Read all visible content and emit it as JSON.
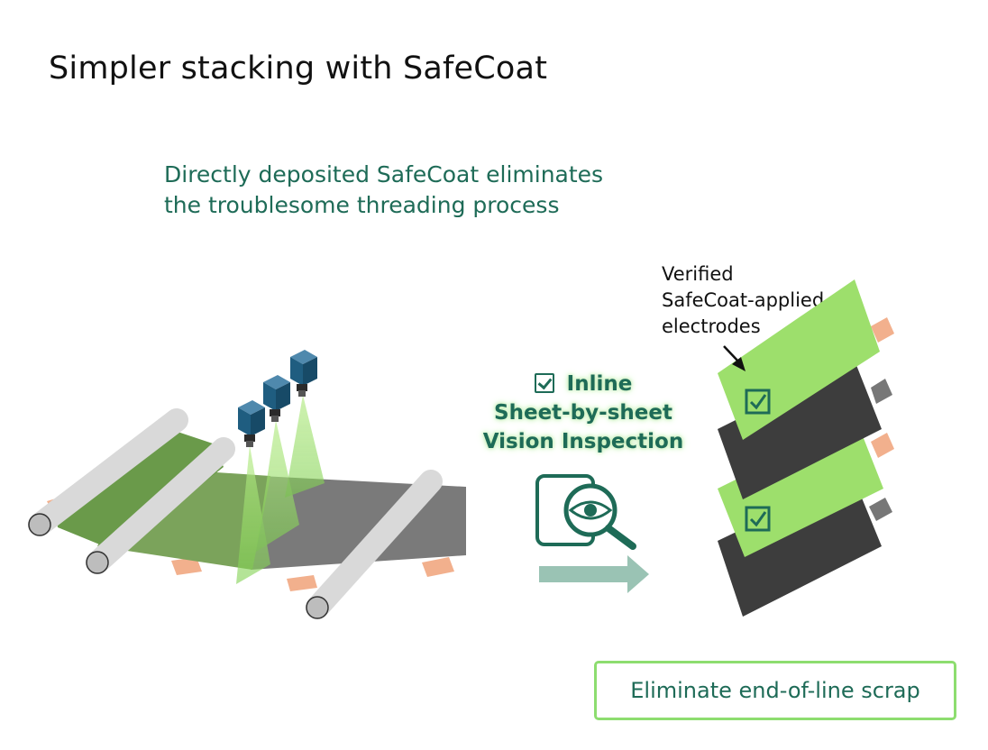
{
  "slide": {
    "title": "Simpler stacking with SafeCoat"
  },
  "subtitle": {
    "line1": "Directly deposited SafeCoat eliminates",
    "line2": "the troublesome threading process"
  },
  "callout": {
    "line1": "Verified",
    "line2": "SafeCoat-applied",
    "line3": "electrodes"
  },
  "inspection": {
    "line1": "Inline",
    "line2": "Sheet-by-sheet",
    "line3": "Vision Inspection",
    "icon": "eye-magnifier-icon"
  },
  "result": {
    "label": "Eliminate end-of-line scrap"
  },
  "colors": {
    "accent_green": "#1e6b57",
    "safecoat_green": "#9ddf6c",
    "coated_web_green": "#6a9a4a",
    "electrode_dark": "#3d3d3d",
    "tab_copper": "#f2b08d",
    "camera_blue": "#1f5d80",
    "arrow_teal": "#9ac3b4"
  }
}
